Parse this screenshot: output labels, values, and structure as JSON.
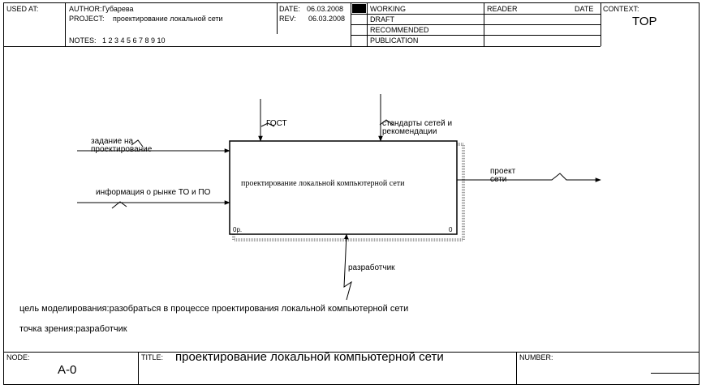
{
  "header": {
    "used_at_label": "USED AT:",
    "author_label": "AUTHOR:",
    "author": "Губарева",
    "project_label": "PROJECT:",
    "project": "проектирование локальной сети",
    "date_label": "DATE:",
    "date": "06.03.2008",
    "rev_label": "REV:",
    "rev": "06.03.2008",
    "notes_label": "NOTES:",
    "notes": "1 2 3 4 5 6 7 8 9 10",
    "status": [
      "WORKING",
      "DRAFT",
      "RECOMMENDED",
      "PUBLICATION"
    ],
    "reader_label": "READER",
    "reader_date_label": "DATE",
    "context_label": "CONTEXT:",
    "context_value": "TOP"
  },
  "diagram": {
    "activity": "проектирование локальной компьютерной сети",
    "activity_corner_left": "0р.",
    "activity_corner_right": "0",
    "inputs": [
      "задание на проектирование",
      "информация о рынке ТО и ПО"
    ],
    "controls": [
      "ГОСТ",
      "стандарты сетей и рекомендации"
    ],
    "outputs": [
      "проект сети"
    ],
    "mechanisms": [
      "разработчик"
    ]
  },
  "notes_text": {
    "purpose": "цель моделирования:разобраться в процессе проектирования локальной компьютерной сети",
    "viewpoint": "точка зрения:разработчик"
  },
  "footer": {
    "node_label": "NODE:",
    "node_value": "A-0",
    "title_label": "TITLE:",
    "title_value": "проектирование локальной компьютерной сети",
    "number_label": "NUMBER:"
  }
}
